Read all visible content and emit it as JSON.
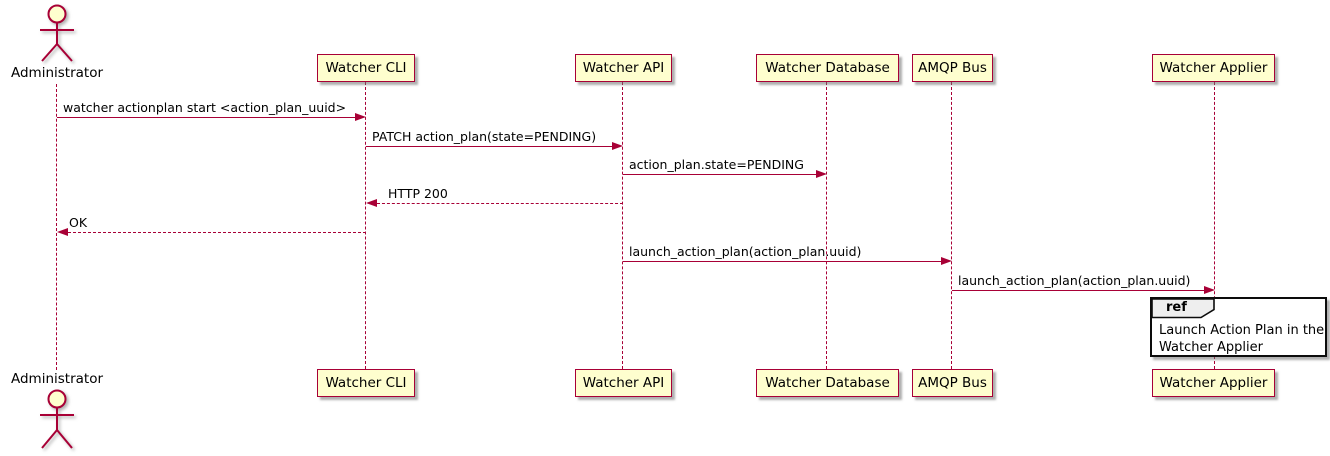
{
  "diagram": {
    "participants": [
      {
        "name": "Administrator",
        "type": "actor"
      },
      {
        "name": "Watcher CLI",
        "type": "box"
      },
      {
        "name": "Watcher API",
        "type": "box"
      },
      {
        "name": "Watcher Database",
        "type": "box"
      },
      {
        "name": "AMQP Bus",
        "type": "box"
      },
      {
        "name": "Watcher Applier",
        "type": "box"
      }
    ],
    "messages": [
      {
        "text": "watcher actionplan start <action_plan_uuid>",
        "from": "Administrator",
        "to": "Watcher CLI",
        "style": "solid"
      },
      {
        "text": "PATCH action_plan(state=PENDING)",
        "from": "Watcher CLI",
        "to": "Watcher API",
        "style": "solid"
      },
      {
        "text": "action_plan.state=PENDING",
        "from": "Watcher API",
        "to": "Watcher Database",
        "style": "solid"
      },
      {
        "text": "HTTP 200",
        "from": "Watcher API",
        "to": "Watcher CLI",
        "style": "dashed"
      },
      {
        "text": "OK",
        "from": "Watcher CLI",
        "to": "Administrator",
        "style": "dashed"
      },
      {
        "text": "launch_action_plan(action_plan.uuid)",
        "from": "Watcher API",
        "to": "AMQP Bus",
        "style": "solid"
      },
      {
        "text": "launch_action_plan(action_plan.uuid)",
        "from": "AMQP Bus",
        "to": "Watcher Applier",
        "style": "solid"
      }
    ],
    "ref": {
      "label": "ref",
      "text": "Launch Action Plan in the\nWatcher Applier",
      "over": "Watcher Applier"
    },
    "colors": {
      "accent": "#A80036",
      "box_fill": "#FEFECE",
      "ref_header_fill": "#EEEEEE",
      "ref_border": "#0C0C0C",
      "text": "#000000",
      "background": "#FFFFFF"
    }
  }
}
